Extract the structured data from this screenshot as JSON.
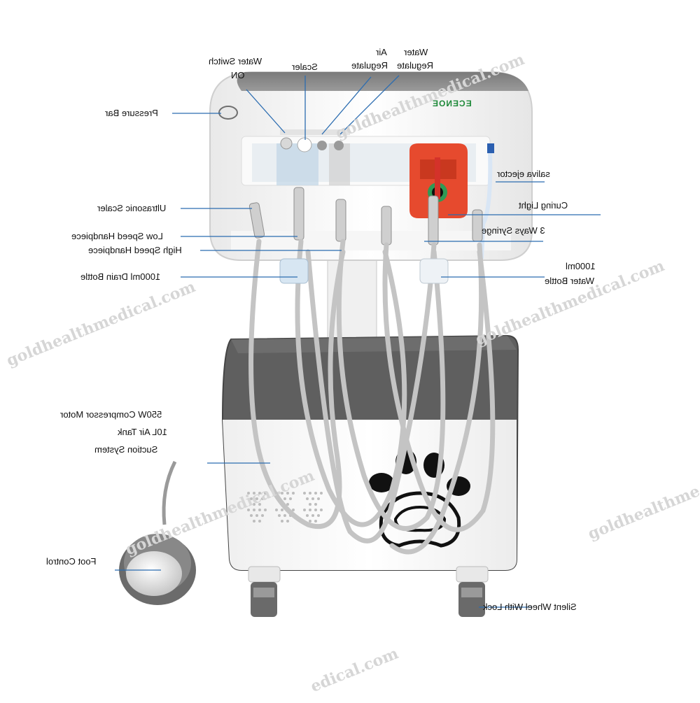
{
  "labels": {
    "water_switch": "Water Switch",
    "water_switch_on": "ON",
    "scaler": "Scaler",
    "air_regulate_1": "Air",
    "air_regulate_2": "Regulate",
    "water_regulate_1": "Water",
    "water_regulate_2": "Regulate",
    "pressure_bar": "Pressure Bar",
    "saliva_ejector": "saliva ejector",
    "ultrasonic_scaler": "Ultrasonic Scaler",
    "curing_light": "Curing Light",
    "three_ways_syringe": "3 Ways Syringe",
    "low_speed_handpiece": "Low Speed Handpiece",
    "high_speed_handpiece": "High Speed Handpiece",
    "drain_bottle": "1000ml Drain Bottle",
    "water_bottle_1": "1000ml",
    "water_bottle_2": "Water Bottle",
    "compressor_motor": "550W Compressor Motor",
    "air_tank": "10L Air Tank",
    "suction_system": "Suction System",
    "foot_control": "Foot Control",
    "silent_wheel": "Silent Wheel With Lock"
  },
  "brand": "ECENOE",
  "watermark": "goldhealthmedical.com",
  "watermark_partial_right": "goldhealthme",
  "watermark_partial_bottom": "edical.com",
  "colors": {
    "accent_green": "#1f8a3a",
    "leader_blue": "#2b6cb0",
    "body_grey": "#6b6b6b",
    "shell_white": "#f4f4f4",
    "curing_red": "#e64a2e",
    "hose_grey": "#bdbdbd"
  }
}
